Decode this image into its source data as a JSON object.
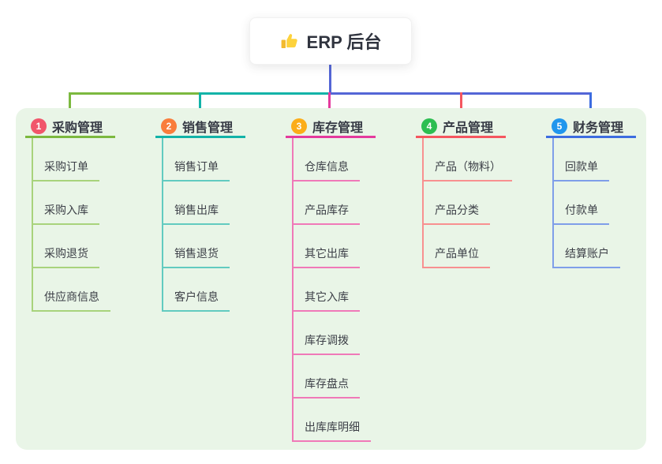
{
  "root": {
    "title": "ERP 后台",
    "icon": "thumbs-up-icon"
  },
  "colors": {
    "panel_bg": "#e9f5e7",
    "root_line": "#5466d6",
    "bus_green": "#7cb93f",
    "bus_teal": "#12b3a8",
    "bus_blue": "#5466d6",
    "drop_magenta": "#e43a9d",
    "drop_red": "#f5565f"
  },
  "branches": [
    {
      "number": "1",
      "label": "采购管理",
      "badge_color": "#f1566b",
      "line_color": "#7cb93f",
      "child_line_color": "#a8d37c",
      "children": [
        "采购订单",
        "采购入库",
        "采购退货",
        "供应商信息"
      ]
    },
    {
      "number": "2",
      "label": "销售管理",
      "badge_color": "#f97d3c",
      "line_color": "#12b3a8",
      "child_line_color": "#62cbc0",
      "children": [
        "销售订单",
        "销售出库",
        "销售退货",
        "客户信息"
      ]
    },
    {
      "number": "3",
      "label": "库存管理",
      "badge_color": "#fbad19",
      "line_color": "#e43a9d",
      "child_line_color": "#f079b8",
      "children": [
        "仓库信息",
        "产品库存",
        "其它出库",
        "其它入库",
        "库存调拨",
        "库存盘点",
        "出库库明细"
      ]
    },
    {
      "number": "4",
      "label": "产品管理",
      "badge_color": "#2dbe52",
      "line_color": "#f5565f",
      "child_line_color": "#f89090",
      "children": [
        "产品（物料）",
        "产品分类",
        "产品单位"
      ]
    },
    {
      "number": "5",
      "label": "财务管理",
      "badge_color": "#2096ed",
      "line_color": "#3d6ce0",
      "child_line_color": "#7f9ee9",
      "children": [
        "回款单",
        "付款单",
        "结算账户"
      ]
    }
  ],
  "layout": {
    "branch_lefts": [
      32,
      197,
      362,
      527,
      692
    ],
    "drop_xs": [
      87,
      252,
      416,
      583,
      747
    ]
  }
}
